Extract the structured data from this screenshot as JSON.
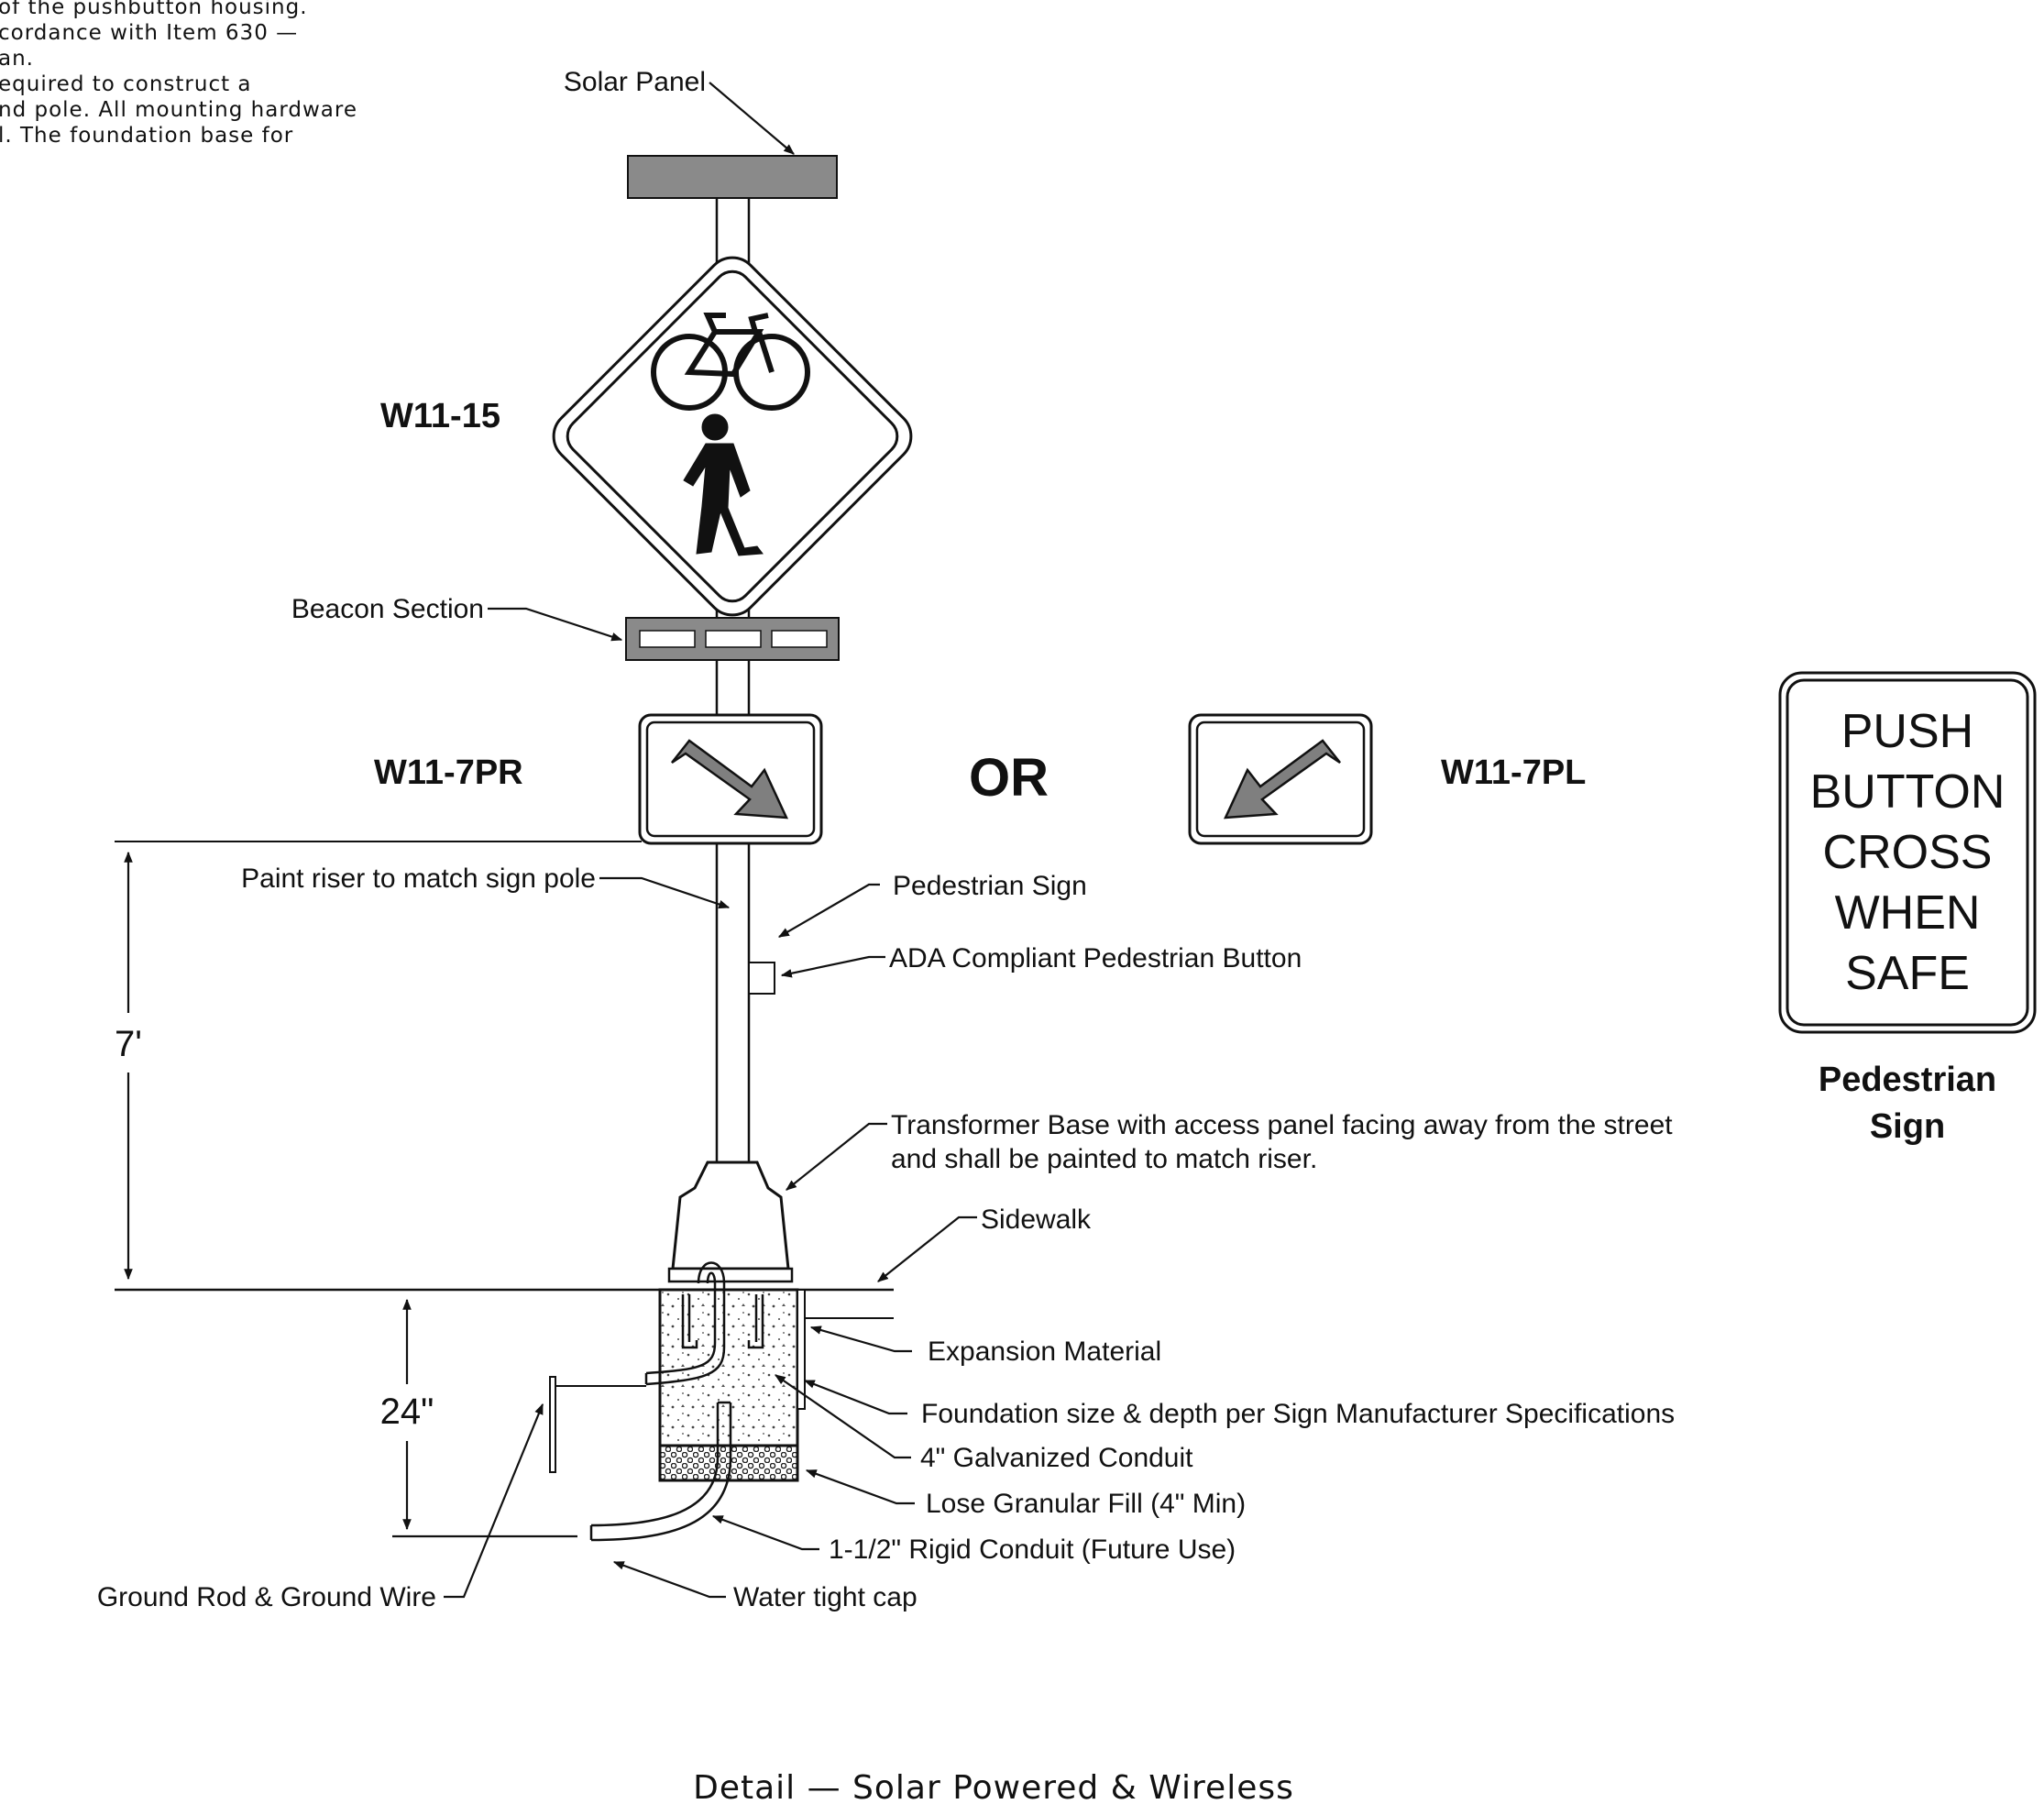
{
  "top_notes": [
    "of the pushbutton housing.",
    "cordance with Item 630 —",
    "an.",
    "equired to construct a",
    "nd pole. All mounting hardware",
    "l. The foundation base for"
  ],
  "signs": {
    "w11_15": "W11-15",
    "w11_7pr": "W11-7PR",
    "or": "OR",
    "w11_7pl": "W11-7PL",
    "push_button_lines": [
      "PUSH",
      "BUTTON",
      "CROSS",
      "WHEN",
      "SAFE"
    ],
    "pedestrian_sign_caption": [
      "Pedestrian",
      "Sign"
    ]
  },
  "callouts": {
    "solar_panel": "Solar Panel",
    "beacon_section": "Beacon Section",
    "paint_riser": "Paint riser to match sign pole",
    "pedestrian_sign": "Pedestrian Sign",
    "ada_button": "ADA Compliant Pedestrian Button",
    "transformer_base_line1": "Transformer Base with access panel facing away from the street",
    "transformer_base_line2": "and shall be painted to match riser.",
    "sidewalk": "Sidewalk",
    "expansion_material": "Expansion Material",
    "foundation": "Foundation size & depth per Sign Manufacturer Specifications",
    "galvanized_conduit": "4\" Galvanized Conduit",
    "granular_fill": "Lose Granular Fill (4\" Min)",
    "rigid_conduit": "1-1/2\" Rigid Conduit (Future Use)",
    "water_tight_cap": "Water tight cap",
    "ground_rod": "Ground Rod & Ground Wire"
  },
  "dimensions": {
    "height": "7'",
    "depth": "24\""
  },
  "title": "Detail — Solar Powered & Wireless",
  "colors": {
    "line": "#111111",
    "panel_fill": "#8a8a8a",
    "arrow_fill": "#7f7f7f"
  }
}
